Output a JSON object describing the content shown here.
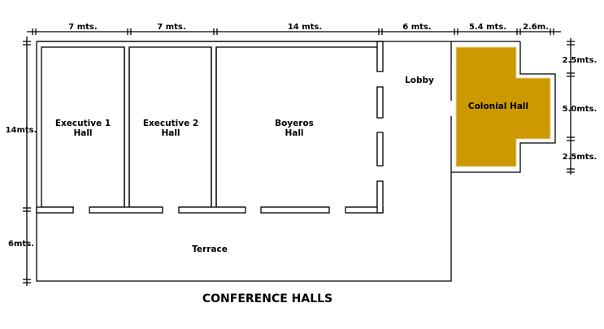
{
  "title": "CONFERENCE HALLS",
  "rooms": {
    "executive1": [
      "Executive 1",
      "Hall"
    ],
    "executive2": [
      "Executive 2",
      "Hall"
    ],
    "boyeros": [
      "Boyeros",
      "Hall"
    ],
    "lobby": "Lobby",
    "colonial": "Colonial Hall",
    "terrace": "Terrace"
  },
  "dimensions": {
    "top": [
      "7 mts.",
      "7 mts.",
      "14 mts.",
      "6 mts.",
      "5.4 mts.",
      "2.6m."
    ],
    "left": [
      "14mts.",
      "6mts."
    ],
    "right": [
      "2.5mts.",
      "5.0mts.",
      "2.5mts."
    ]
  },
  "colors": {
    "colonial_fill": "#CC9900",
    "walls": "#000000"
  }
}
